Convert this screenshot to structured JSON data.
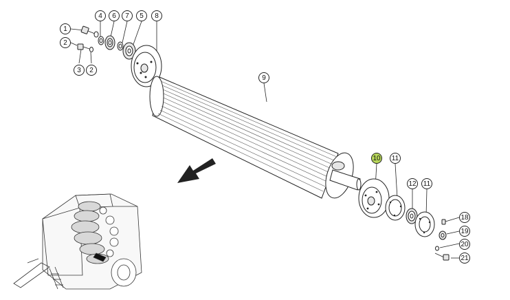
{
  "callouts": [
    {
      "id": "c1",
      "label": "1"
    },
    {
      "id": "c2a",
      "label": "2"
    },
    {
      "id": "c3",
      "label": "3"
    },
    {
      "id": "c2b",
      "label": "2"
    },
    {
      "id": "c4",
      "label": "4"
    },
    {
      "id": "c6",
      "label": "6"
    },
    {
      "id": "c7",
      "label": "7"
    },
    {
      "id": "c5",
      "label": "5"
    },
    {
      "id": "c8",
      "label": "8"
    },
    {
      "id": "c9",
      "label": "9"
    },
    {
      "id": "c10",
      "label": "10",
      "highlighted": true
    },
    {
      "id": "c11a",
      "label": "11"
    },
    {
      "id": "c12",
      "label": "12"
    },
    {
      "id": "c11b",
      "label": "11"
    },
    {
      "id": "c18",
      "label": "18"
    },
    {
      "id": "c19",
      "label": "19"
    },
    {
      "id": "c20",
      "label": "20"
    },
    {
      "id": "c21",
      "label": "21"
    }
  ],
  "colors": {
    "highlight": "#b7d65a",
    "line": "#222222",
    "background": "#ffffff"
  }
}
